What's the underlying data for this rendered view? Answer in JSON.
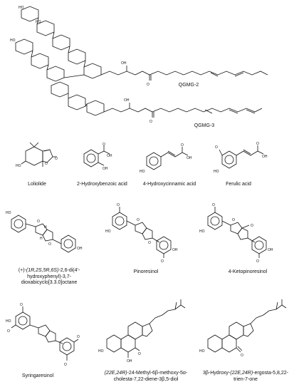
{
  "figure": {
    "compounds": [
      {
        "id": "qgmg2",
        "label": "QGMG-2"
      },
      {
        "id": "qgmg3",
        "label": "QGMG-3"
      },
      {
        "id": "loliolide",
        "label": "Loliolide"
      },
      {
        "id": "hba",
        "label": "2-Hydroxybenzoic acid"
      },
      {
        "id": "hca",
        "label": "4-Hydroxycinnamic acid"
      },
      {
        "id": "ferulic",
        "label": "Ferulic acid"
      },
      {
        "id": "dioxa",
        "label_part1": "(+)-",
        "label_italic": "(1R,2S,5R,6S)",
        "label_part2": "-2,6-di(4'-hydroxyphenyl)-3,7-dioxabicyclo[3.3.0]octane"
      },
      {
        "id": "pinoresinol",
        "label": "Pinoresinol"
      },
      {
        "id": "ketopino",
        "label": "4-Ketopinoresinol"
      },
      {
        "id": "syringaresinol",
        "label": "Syringaresinol"
      },
      {
        "id": "methylergo",
        "label_italic": "(22E,24R)",
        "label_part2": "-24-Methyl-6β-methoxy-5α-cholesta-7,22-diene-3β,5-diol"
      },
      {
        "id": "hydroxyergo",
        "label_part1": "3β-Hydroxy-",
        "label_italic": "(22E,24R)",
        "label_part2": "-ergosta-5,8,22-trien-7-one"
      }
    ],
    "atoms": {
      "oh": "OH",
      "ho": "HO",
      "o": "O",
      "h": "H",
      "c_o": "O"
    }
  }
}
